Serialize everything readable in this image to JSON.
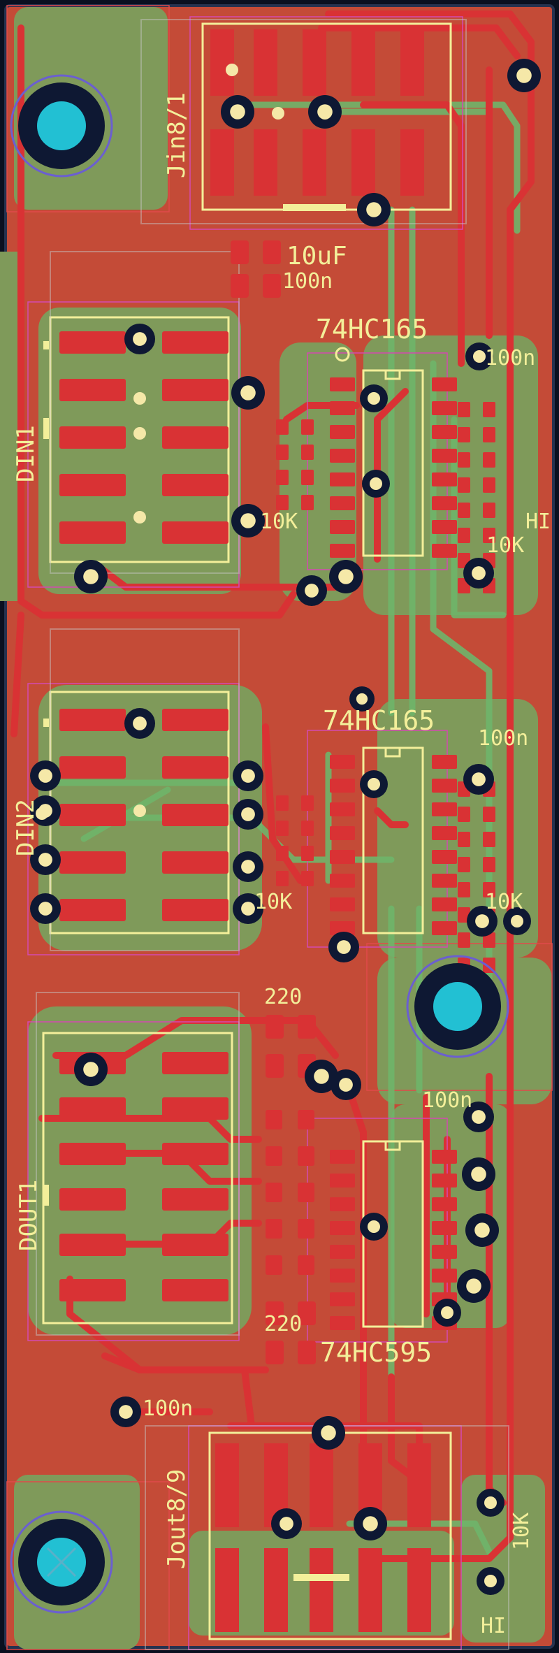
{
  "board": {
    "connectors": {
      "jin": "Jin8/1",
      "din1": "DIN1",
      "din2": "DIN2",
      "dout1": "DOUT1",
      "jout": "Jout8/9"
    },
    "chips": {
      "u1": "74HC165",
      "u2": "74HC165",
      "u3": "74HC595"
    },
    "passives": {
      "cap_10uf": "10uF",
      "cap_top": "100n",
      "cap_u1": "100n",
      "cap_u2": "100n",
      "cap_u3": "100n",
      "cap_bottom": "100n",
      "r_din1": "10K",
      "r_u1": "10K",
      "r_din2": "10K",
      "r_u2": "10K",
      "r_dout_top": "220",
      "r_dout_bottom": "220",
      "r_jout": "10K"
    },
    "pullups": {
      "u1": "HI",
      "jout": "HI"
    },
    "colors": {
      "background": "#0a1020",
      "copper_fill": "#c44b37",
      "ground_pour": "#7f9a5a",
      "trace_top": "#d93234",
      "trace_bottom": "#6fb56a",
      "silkscreen": "#f3ef9a",
      "pad_drill": "#f5e8a8",
      "via_ring": "#0e1833",
      "mount_hole": "#22c0d3",
      "courtyard": "#d44ab0"
    }
  }
}
